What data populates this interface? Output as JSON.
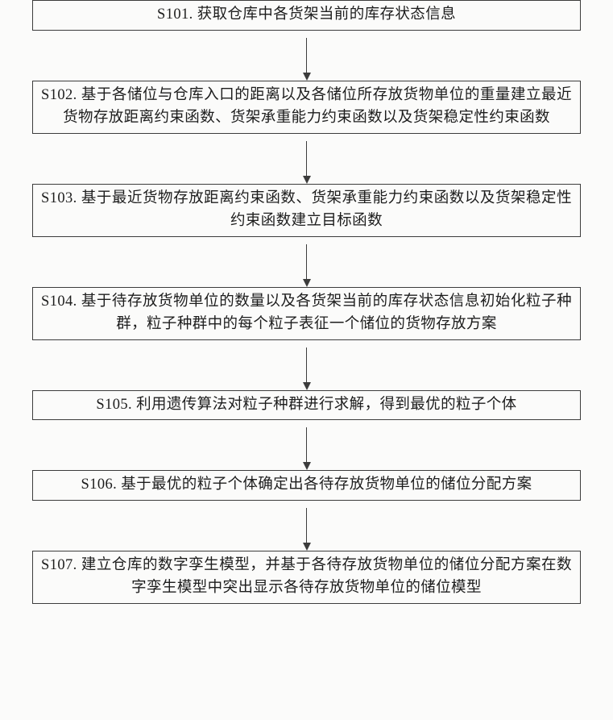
{
  "diagram": {
    "kind": "patent-flowchart",
    "border_color": "#3c3c3c",
    "background_color": "#fbfbfa",
    "steps": [
      {
        "id": "S101",
        "text": "S101. 获取仓库中各货架当前的库存状态信息"
      },
      {
        "id": "S102",
        "text": "S102. 基于各储位与仓库入口的距离以及各储位所存放货物单位的重量建立最近货物存放距离约束函数、货架承重能力约束函数以及货架稳定性约束函数"
      },
      {
        "id": "S103",
        "text": "S103. 基于最近货物存放距离约束函数、货架承重能力约束函数以及货架稳定性约束函数建立目标函数"
      },
      {
        "id": "S104",
        "text": "S104. 基于待存放货物单位的数量以及各货架当前的库存状态信息初始化粒子种群，粒子种群中的每个粒子表征一个储位的货物存放方案"
      },
      {
        "id": "S105",
        "text": "S105. 利用遗传算法对粒子种群进行求解，得到最优的粒子个体"
      },
      {
        "id": "S106",
        "text": "S106. 基于最优的粒子个体确定出各待存放货物单位的储位分配方案"
      },
      {
        "id": "S107",
        "text": "S107. 建立仓库的数字孪生模型，并基于各待存放货物单位的储位分配方案在数字孪生模型中突出显示各待存放货物单位的储位模型"
      }
    ]
  }
}
